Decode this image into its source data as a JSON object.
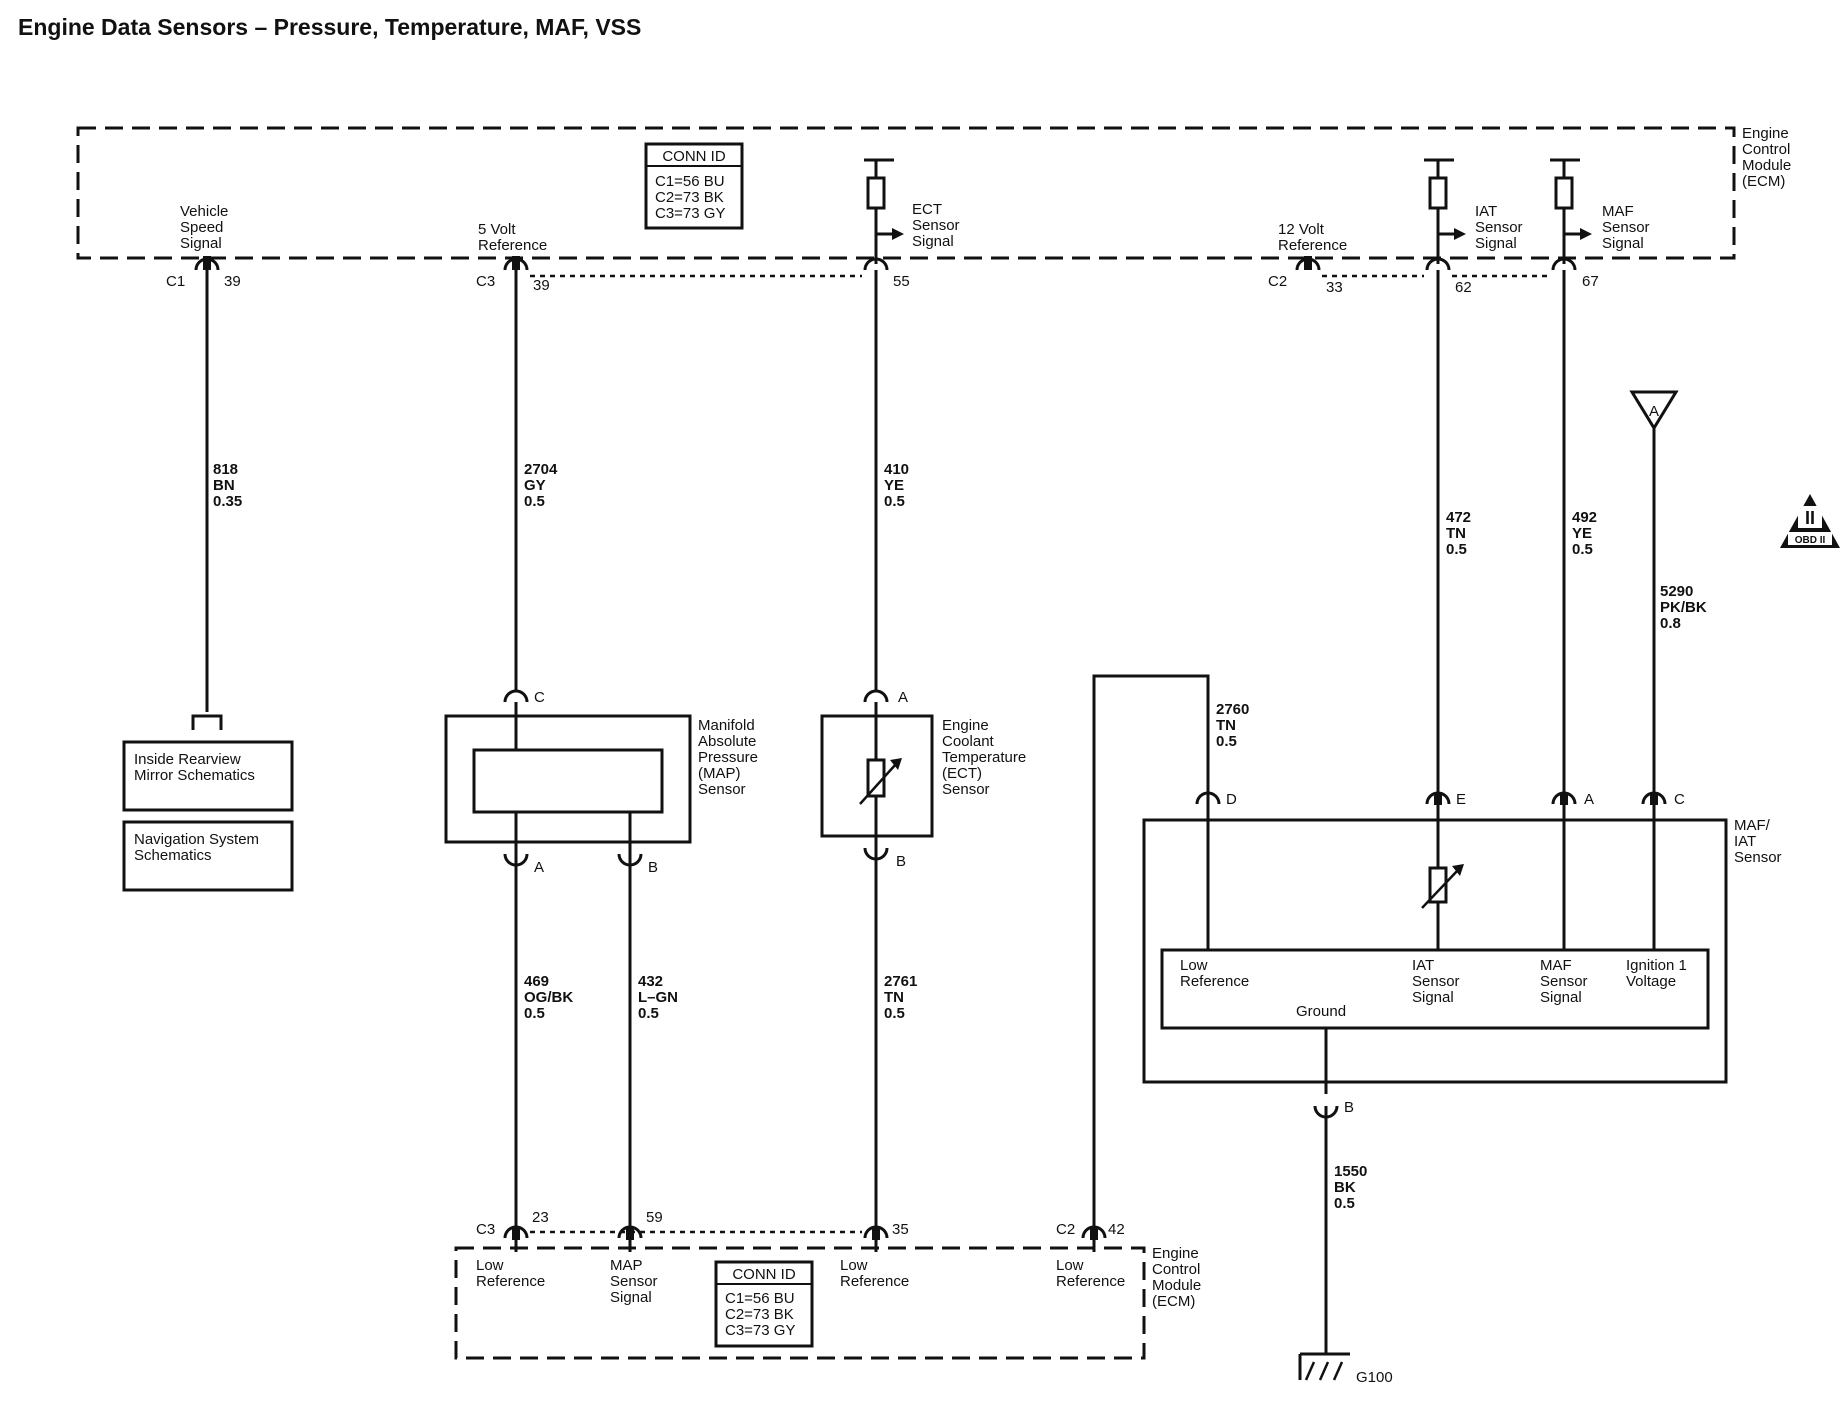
{
  "title": "Engine Data Sensors – Pressure, Temperature, MAF, VSS",
  "ecm_top": {
    "label": [
      "Engine",
      "Control",
      "Module",
      "(ECM)"
    ],
    "conn_id": {
      "header": "CONN ID",
      "lines": [
        "C1=56 BU",
        "C2=73 BK",
        "C3=73 GY"
      ]
    },
    "pins": [
      {
        "label": [
          "Vehicle",
          "Speed",
          "Signal"
        ],
        "conn": "C1",
        "pin": "39"
      },
      {
        "label": [
          "5 Volt",
          "Reference"
        ],
        "conn": "C3",
        "pin": "39"
      },
      {
        "label": [
          "ECT",
          "Sensor",
          "Signal"
        ],
        "pin": "55"
      },
      {
        "label": [
          "12 Volt",
          "Reference"
        ],
        "conn": "C2",
        "pin": "33"
      },
      {
        "label": [
          "IAT",
          "Sensor",
          "Signal"
        ],
        "pin": "62"
      },
      {
        "label": [
          "MAF",
          "Sensor",
          "Signal"
        ],
        "pin": "67"
      }
    ]
  },
  "wires": [
    {
      "circuit": "818",
      "color": "BN",
      "size": "0.35"
    },
    {
      "circuit": "2704",
      "color": "GY",
      "size": "0.5"
    },
    {
      "circuit": "410",
      "color": "YE",
      "size": "0.5"
    },
    {
      "circuit": "472",
      "color": "TN",
      "size": "0.5"
    },
    {
      "circuit": "492",
      "color": "YE",
      "size": "0.5"
    },
    {
      "circuit": "5290",
      "color": "PK/BK",
      "size": "0.8"
    },
    {
      "circuit": "2760",
      "color": "TN",
      "size": "0.5"
    },
    {
      "circuit": "469",
      "color": "OG/BK",
      "size": "0.5"
    },
    {
      "circuit": "432",
      "color": "L–GN",
      "size": "0.5"
    },
    {
      "circuit": "2761",
      "color": "TN",
      "size": "0.5"
    },
    {
      "circuit": "1550",
      "color": "BK",
      "size": "0.5"
    }
  ],
  "references": {
    "rearview": [
      "Inside Rearview",
      "Mirror Schematics"
    ],
    "navigation": [
      "Navigation System",
      "Schematics"
    ]
  },
  "map_sensor": {
    "label": [
      "Manifold",
      "Absolute",
      "Pressure",
      "(MAP)",
      "Sensor"
    ],
    "pins": [
      "C",
      "A",
      "B"
    ]
  },
  "ect_sensor": {
    "label": [
      "Engine",
      "Coolant",
      "Temperature",
      "(ECT)",
      "Sensor"
    ],
    "pins": [
      "A",
      "B"
    ]
  },
  "maf_sensor": {
    "label": [
      "MAF/",
      "IAT",
      "Sensor"
    ],
    "pins": [
      "D",
      "E",
      "A",
      "C",
      "B"
    ],
    "inner": {
      "low_ref": [
        "Low",
        "Reference"
      ],
      "iat": [
        "IAT",
        "Sensor",
        "Signal"
      ],
      "maf": [
        "MAF",
        "Sensor",
        "Signal"
      ],
      "ign": [
        "Ignition 1",
        "Voltage"
      ],
      "ground": "Ground"
    }
  },
  "splice_label": "A",
  "obd_badge": {
    "top": "II",
    "bottom": "OBD II"
  },
  "ecm_bottom": {
    "label": [
      "Engine",
      "Control",
      "Module",
      "(ECM)"
    ],
    "conn_id": {
      "header": "CONN ID",
      "lines": [
        "C1=56 BU",
        "C2=73 BK",
        "C3=73 GY"
      ]
    },
    "pins": [
      {
        "label": [
          "Low",
          "Reference"
        ],
        "conn": "C3",
        "pin": "23"
      },
      {
        "label": [
          "MAP",
          "Sensor",
          "Signal"
        ],
        "pin": "59"
      },
      {
        "label": [
          "Low",
          "Reference"
        ],
        "pin": "35"
      },
      {
        "label": [
          "Low",
          "Reference"
        ],
        "conn": "C2",
        "pin": "42"
      }
    ]
  },
  "ground": "G100"
}
